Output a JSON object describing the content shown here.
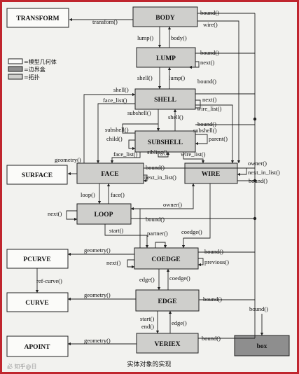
{
  "legend": {
    "model": "=模型几何体",
    "bbox": "=边界盒",
    "topo": "=拓扑",
    "colors": {
      "model": "#fbfbf9",
      "bbox": "#8e8e8e",
      "topo": "#cfcfcc"
    }
  },
  "boxes": {
    "transform": "TRANSFORM",
    "body": "BODY",
    "lump": "LUMP",
    "shell": "SHELL",
    "subshell": "SUBSHELL",
    "surface": "SURFACE",
    "face": "FACE",
    "wire": "WIRE",
    "loop": "LOOP",
    "pcurve": "PCURVE",
    "coedge": "COEDGE",
    "curve": "CURVE",
    "edge": "EDGE",
    "apoint": "APOINT",
    "veriex": "VERIEX",
    "box": "box"
  },
  "labels": {
    "transfom": "transfom()",
    "body_bound": "bound()",
    "body_wire": "wire()",
    "lump": "lump()",
    "body_fn": "body()",
    "lump_bound": "bound()",
    "lump_next": "next()",
    "shell": "shell()",
    "lump_fn": "lump()",
    "shell_bound": "bound()",
    "shell_next": "next()",
    "shell_wire_list": "wire_list()",
    "shell_left": "shell()",
    "face_list": "face_list()",
    "subshell_down": "subshell()",
    "shell_sub": "shell()",
    "subshell_left": "subshell()",
    "child": "child()",
    "sub_bound": "bound()",
    "sub_subshell": "subshell()",
    "sub_parent": "parent()",
    "sub_face_list": "face_list()",
    "sibling": "sibling()",
    "sub_wire_list": "wire_list()",
    "geometry_face": "geometry()",
    "face_bound": "bound()",
    "face_next_in_list": "next_in_list()",
    "wire_owner": "owner()",
    "wire_next_in_list": "next_in_list()",
    "wire_bound": "bound()",
    "loop_fn": "loop()",
    "face_fn": "face()",
    "loop_next": "next()",
    "loop_bound": "bound()",
    "owner": "owner()",
    "start": "start()",
    "partner": "partner()",
    "coedge": "coedge()",
    "geometry_coedge": "geometry()",
    "coedge_next": "next()",
    "coedge_bound": "bound()",
    "previous": "previous()",
    "ref_curve": "ref-curve()",
    "edge_fn": "edge()",
    "edge_coedge": "coedge()",
    "geometry_edge": "geometry()",
    "edge_bound": "bound()",
    "start2": "start()",
    "end": "end()",
    "edge2": "edge()",
    "geometry_apoint": "geometry()",
    "veriex_bound": "bound()",
    "box_bound": "bound()"
  },
  "caption": "实体对象的实现",
  "watermark": "必 知乎@日"
}
